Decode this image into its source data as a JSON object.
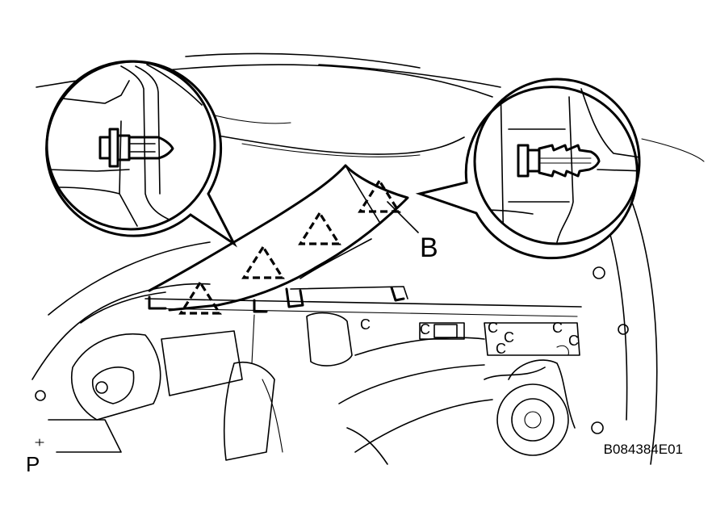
{
  "diagram": {
    "callout_label": "B",
    "corner_mark": "P",
    "figure_code": "B084384E01",
    "circle_letter": "C",
    "marker_count": 4,
    "zoom_views": [
      "clip-detail-left",
      "clip-detail-right"
    ]
  }
}
